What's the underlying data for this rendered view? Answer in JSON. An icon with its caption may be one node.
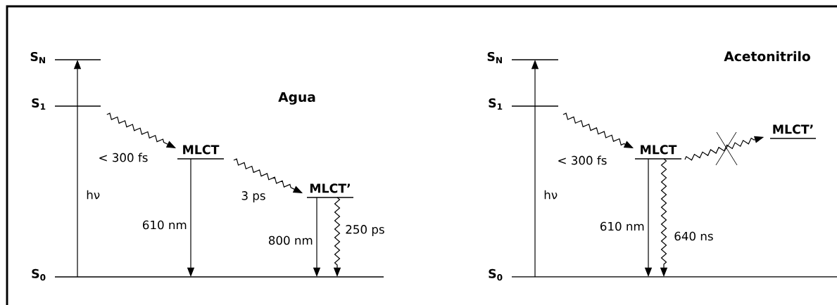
{
  "diagram": {
    "nodes": [
      {
        "text": [
          "S$_{N}$"
        ]
      },
      {
        "text": [
          "S$_{1}$"
        ]
      },
      {
        "text": [
          "MLCT"
        ]
      },
      {
        "text": [
          "MLCT’"
        ]
      },
      {
        "text": [
          "S$_{0}$"
        ]
      },
      {
        "text": [
          "S$_{N}$"
        ]
      },
      {
        "text": [
          "S$_{1}$"
        ]
      },
      {
        "text": [
          "MLCT"
        ]
      },
      {
        "text": [
          "MLCT’"
        ]
      },
      {
        "text": [
          "S$_{0}$"
        ]
      }
    ],
    "edges": [
      {
        "from": 4,
        "to": 0,
        "arrow": "to",
        "label": "hν"
      },
      {
        "from": 1,
        "to": 2,
        "arrow": "to",
        "label": "< 300 fs"
      },
      {
        "from": 2,
        "to": 4,
        "arrow": "to",
        "label": "610 nm"
      },
      {
        "from": 2,
        "to": 3,
        "arrow": "to",
        "label": "3 ps"
      },
      {
        "from": 3,
        "to": 4,
        "arrow": "to",
        "label": "800 nm"
      },
      {
        "from": 3,
        "to": 4,
        "arrow": "to",
        "label": "250 ps"
      },
      {
        "from": 9,
        "to": 5,
        "arrow": "to",
        "label": "hν"
      },
      {
        "from": 6,
        "to": 7,
        "arrow": "to",
        "label": "< 300 fs"
      },
      {
        "from": 7,
        "to": 9,
        "arrow": "to",
        "label": "610 nm"
      },
      {
        "from": 7,
        "to": 9,
        "arrow": "to",
        "label": "640 ns"
      },
      {
        "from": 7,
        "to": 8,
        "arrow": "to"
      }
    ],
    "labels": [
      "Agua",
      "Acetonitrilo"
    ]
  }
}
